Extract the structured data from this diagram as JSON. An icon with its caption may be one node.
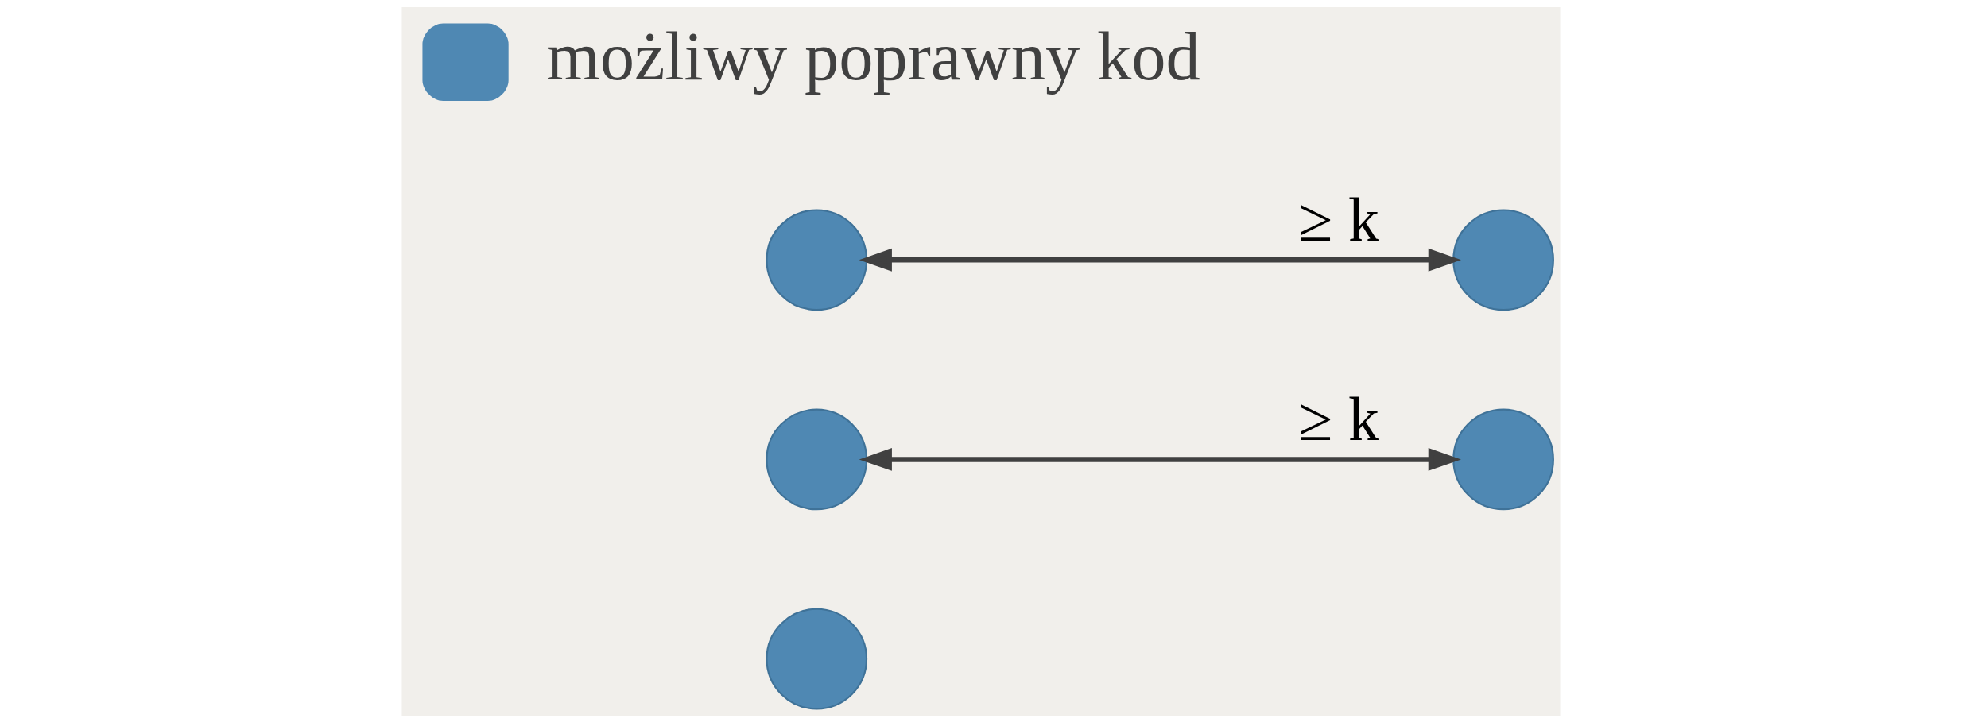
{
  "diagram": {
    "nodes": [
      {
        "text": [],
        "shape": "circle"
      },
      {
        "text": [],
        "shape": "circle"
      },
      {
        "text": [],
        "shape": "circle"
      },
      {
        "text": [],
        "shape": "circle"
      },
      {
        "text": [],
        "shape": "circle"
      }
    ],
    "edges": [
      {
        "from": 2,
        "to": 4,
        "arrow": "both",
        "label": "≥ k"
      },
      {
        "from": 1,
        "to": 3,
        "arrow": "both",
        "label": "≥ k"
      }
    ],
    "legend": [
      {
        "text": "możliwy poprawny kod",
        "color": "#4f88b3"
      }
    ]
  }
}
